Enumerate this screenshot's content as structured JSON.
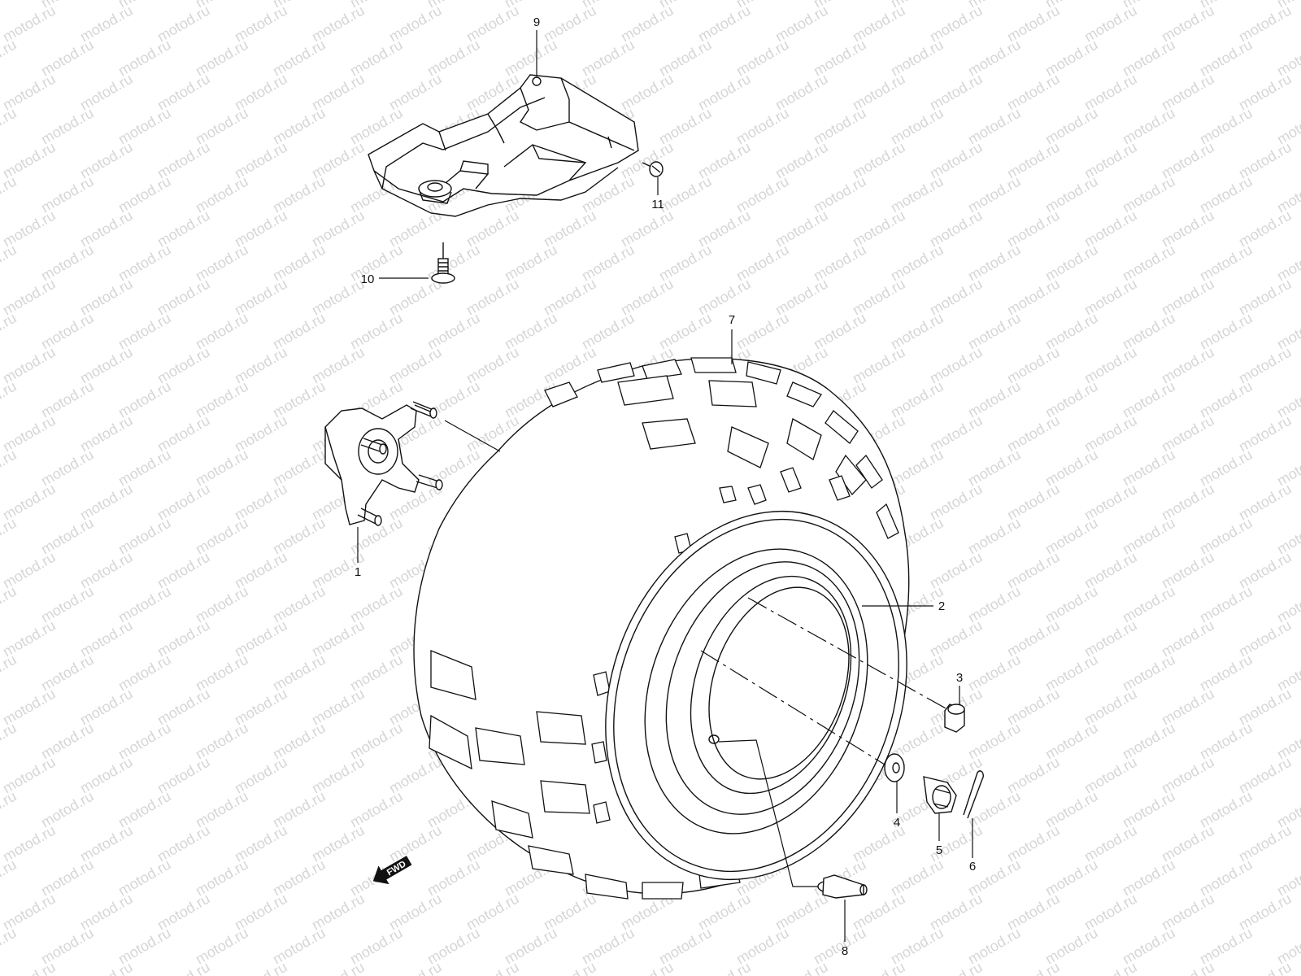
{
  "watermark": {
    "text": "motod.ru",
    "color": "#d6d6d6"
  },
  "fwd_badge": {
    "label": "FWD"
  },
  "callouts": [
    {
      "id": "1",
      "label": "1"
    },
    {
      "id": "2",
      "label": "2"
    },
    {
      "id": "3",
      "label": "3"
    },
    {
      "id": "4",
      "label": "4"
    },
    {
      "id": "5",
      "label": "5"
    },
    {
      "id": "6",
      "label": "6"
    },
    {
      "id": "7",
      "label": "7"
    },
    {
      "id": "8",
      "label": "8"
    },
    {
      "id": "9",
      "label": "9"
    },
    {
      "id": "10",
      "label": "10"
    },
    {
      "id": "11",
      "label": "11"
    }
  ],
  "icons": [
    "hub-icon",
    "wheel-rim-icon",
    "tire-icon",
    "mudguard-icon",
    "bolt-icon",
    "washer-icon",
    "castle-nut-icon",
    "cotter-pin-icon",
    "valve-icon",
    "nut-icon",
    "fwd-arrow-icon"
  ]
}
